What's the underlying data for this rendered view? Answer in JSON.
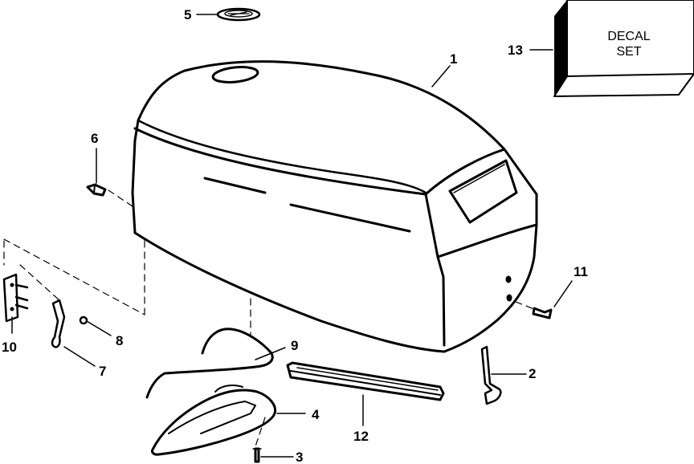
{
  "decal_box": {
    "line1": "DECAL",
    "line2": "SET"
  },
  "callouts": {
    "c1": "1",
    "c2": "2",
    "c3": "3",
    "c4": "4",
    "c5": "5",
    "c6": "6",
    "c7": "7",
    "c8": "8",
    "c9": "9",
    "c10": "10",
    "c11": "11",
    "c12": "12",
    "c13": "13"
  },
  "colors": {
    "ink": "#000000",
    "paper": "#ffffff"
  }
}
